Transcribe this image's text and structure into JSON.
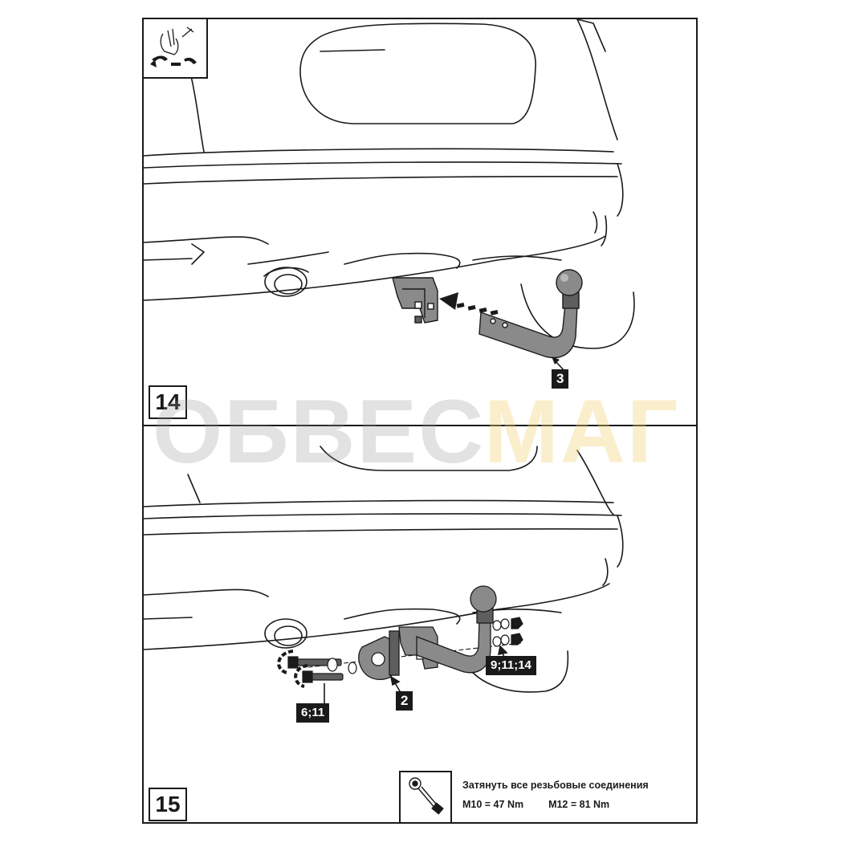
{
  "panel_top": {
    "step": "14",
    "part_label": "3"
  },
  "panel_bottom": {
    "step": "15",
    "labels": {
      "bolts": "6;11",
      "plate": "2",
      "nuts": "9;11;14"
    },
    "note": {
      "line1": "Затянуть все резьбовые соединения",
      "m10": "M10 = 47 Nm",
      "m12": "M12 = 81 Nm"
    }
  },
  "watermark": {
    "part1": "ОБВЕС",
    "part2": "МАГ"
  },
  "icons": {
    "top_left": "hand-install-icon",
    "torque": "torque-wrench-icon"
  },
  "colors": {
    "line": "#1a1a1a",
    "metal": "#8a8a8a",
    "metal_dark": "#5e5e5e"
  }
}
